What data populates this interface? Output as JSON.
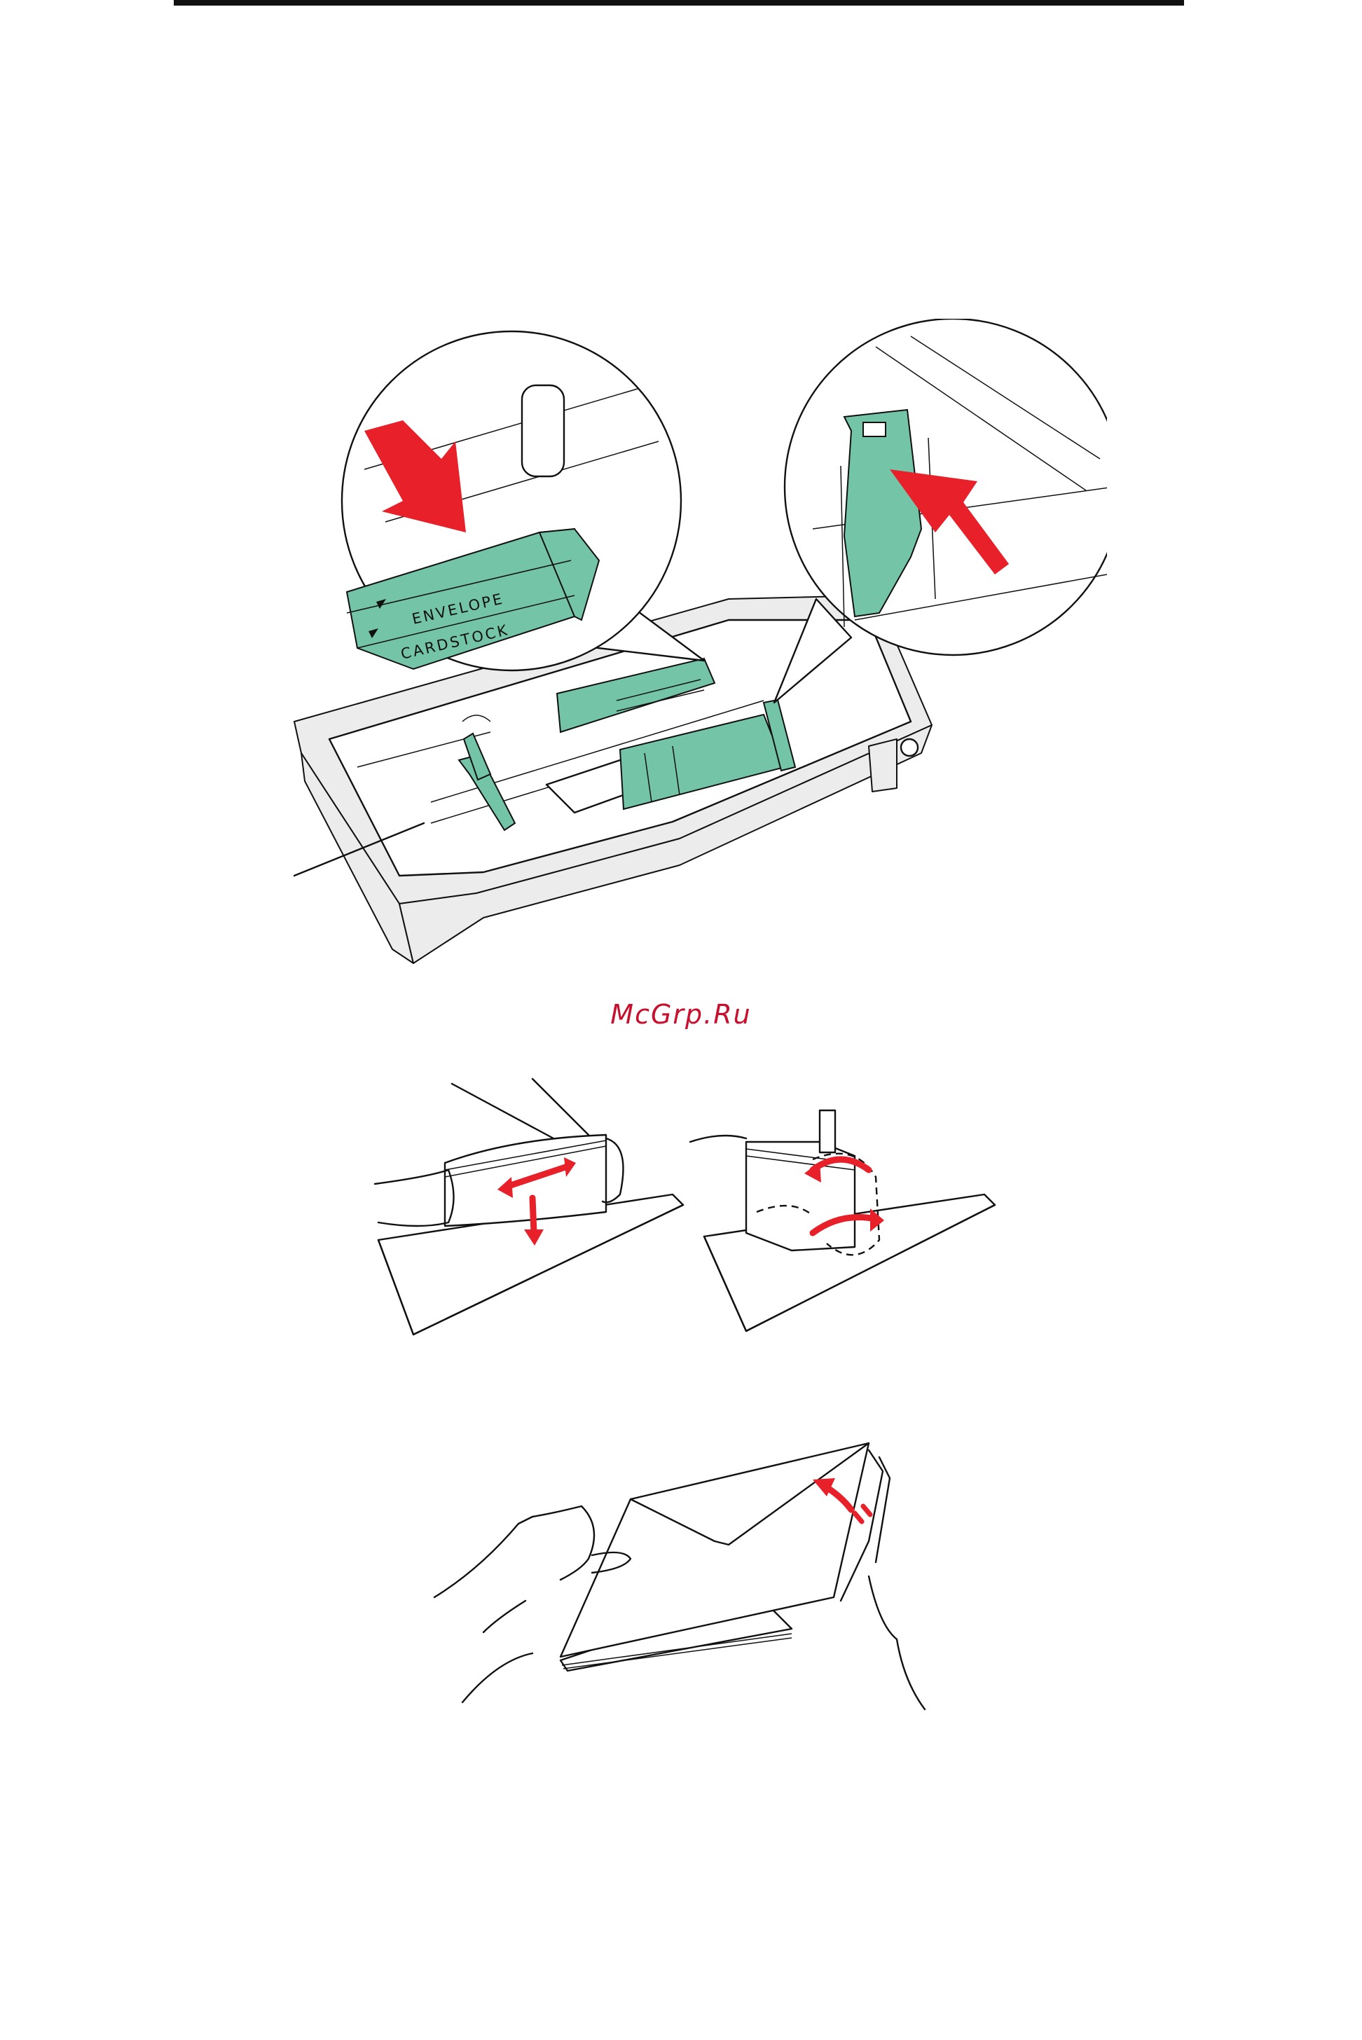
{
  "figures": {
    "tray": {
      "labels": {
        "envelope": "ENVELOPE",
        "cardstock": "CARDSTOCK"
      }
    }
  },
  "watermark": "McGrp.Ru",
  "colors": {
    "guide_green": "#74c5a8",
    "arrow_red": "#e8202a",
    "watermark_red": "#c8102e"
  }
}
